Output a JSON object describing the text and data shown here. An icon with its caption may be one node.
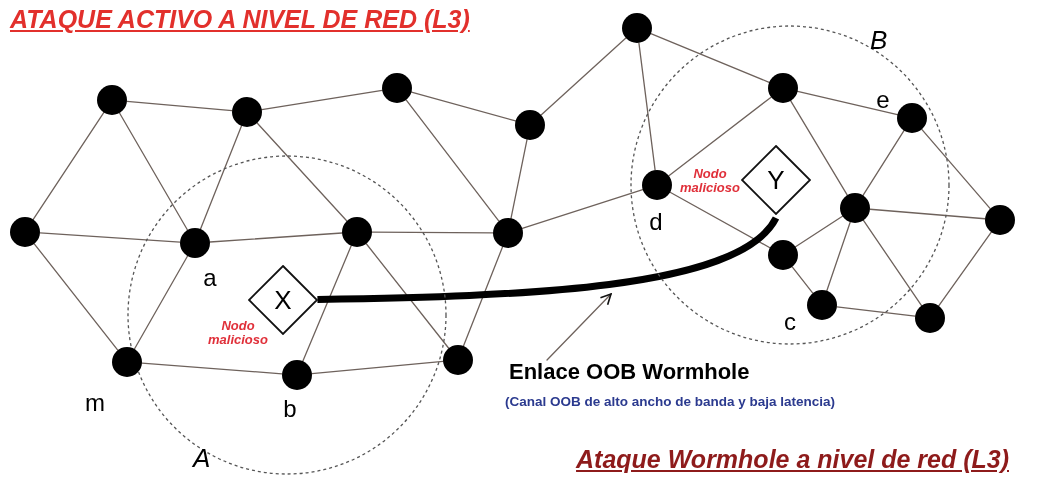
{
  "diagram": {
    "title": "ATAQUE ACTIVO A NIVEL DE RED (L3)",
    "caption": "Ataque Wormhole a nivel de red (L3)",
    "nodes": [
      {
        "text": [],
        "shape": "circle"
      },
      {
        "text": [
          "B"
        ]
      },
      {
        "text": [],
        "shape": "circle"
      },
      {
        "text": [],
        "shape": "circle",
        "in": 1
      },
      {
        "text": [],
        "shape": "circle"
      },
      {
        "text": [],
        "shape": "circle"
      },
      {
        "text": [],
        "shape": "circle",
        "in": 1,
        "beside": [
          "e"
        ]
      },
      {
        "text": [],
        "shape": "circle"
      },
      {
        "text": [],
        "shape": "circle",
        "in": 1,
        "beside": [
          "d"
        ]
      },
      {
        "text": [
          "Y"
        ],
        "in": 1,
        "beside": [
          "Nodo malicioso"
        ]
      },
      {
        "text": [],
        "shape": "circle",
        "in": 1
      },
      {
        "text": [],
        "shape": "circle"
      },
      {
        "text": [],
        "shape": "circle"
      },
      {
        "text": [
          "A"
        ]
      },
      {
        "text": [],
        "shape": "circle",
        "in": 13
      },
      {
        "text": [],
        "shape": "circle",
        "in": 13,
        "beside": [
          "a"
        ]
      },
      {
        "text": [],
        "shape": "circle"
      },
      {
        "text": [],
        "shape": "circle",
        "in": 1
      },
      {
        "text": [
          "X"
        ],
        "in": 13,
        "beside": [
          "Nodo malicioso"
        ]
      },
      {
        "text": [],
        "shape": "circle",
        "in": 1,
        "beside": [
          "c"
        ]
      },
      {
        "text": [],
        "shape": "circle"
      },
      {
        "text": [],
        "shape": "circle"
      },
      {
        "text": [],
        "shape": "circle",
        "beside": [
          "m"
        ]
      },
      {
        "text": [],
        "shape": "circle",
        "in": 13,
        "beside": [
          "b"
        ]
      },
      {
        "text": [
          "Enlace OOB Wormhole",
          "(Canal OOB de alto ancho de banda y baja latencia)"
        ]
      }
    ],
    "edges": [
      {
        "from": 2,
        "to": 5,
        "arrow": "none"
      },
      {
        "from": 2,
        "to": 12,
        "arrow": "none"
      },
      {
        "from": 2,
        "to": 15,
        "arrow": "none"
      },
      {
        "from": 5,
        "to": 4,
        "arrow": "none"
      },
      {
        "from": 5,
        "to": 15,
        "arrow": "none"
      },
      {
        "from": 5,
        "to": 14,
        "arrow": "none"
      },
      {
        "from": 4,
        "to": 7,
        "arrow": "none"
      },
      {
        "from": 4,
        "to": 16,
        "arrow": "none"
      },
      {
        "from": 12,
        "to": 15,
        "arrow": "none"
      },
      {
        "from": 12,
        "to": 22,
        "arrow": "none"
      },
      {
        "from": 15,
        "to": 14,
        "arrow": "none"
      },
      {
        "from": 15,
        "to": 22,
        "arrow": "none"
      },
      {
        "from": 14,
        "to": 16,
        "arrow": "none"
      },
      {
        "from": 14,
        "to": 23,
        "arrow": "none"
      },
      {
        "from": 14,
        "to": 21,
        "arrow": "none"
      },
      {
        "from": 22,
        "to": 23,
        "arrow": "none"
      },
      {
        "from": 23,
        "to": 21,
        "arrow": "none"
      },
      {
        "from": 16,
        "to": 21,
        "arrow": "none"
      },
      {
        "from": 7,
        "to": 0,
        "arrow": "none"
      },
      {
        "from": 7,
        "to": 16,
        "arrow": "none"
      },
      {
        "from": 0,
        "to": 8,
        "arrow": "none"
      },
      {
        "from": 0,
        "to": 3,
        "arrow": "none"
      },
      {
        "from": 16,
        "to": 8,
        "arrow": "none"
      },
      {
        "from": 8,
        "to": 3,
        "arrow": "none"
      },
      {
        "from": 8,
        "to": 17,
        "arrow": "none"
      },
      {
        "from": 3,
        "to": 6,
        "arrow": "none"
      },
      {
        "from": 3,
        "to": 10,
        "arrow": "none"
      },
      {
        "from": 6,
        "to": 10,
        "arrow": "none"
      },
      {
        "from": 6,
        "to": 11,
        "arrow": "none"
      },
      {
        "from": 10,
        "to": 11,
        "arrow": "none"
      },
      {
        "from": 10,
        "to": 17,
        "arrow": "none"
      },
      {
        "from": 10,
        "to": 19,
        "arrow": "none"
      },
      {
        "from": 10,
        "to": 20,
        "arrow": "none"
      },
      {
        "from": 17,
        "to": 19,
        "arrow": "none"
      },
      {
        "from": 19,
        "to": 20,
        "arrow": "none"
      },
      {
        "from": 20,
        "to": 11,
        "arrow": "none"
      },
      {
        "from": 18,
        "to": 9,
        "arrow": "none",
        "style": "thick",
        "color": "#000000"
      },
      {
        "from": 24,
        "to": null,
        "arrow": "to"
      }
    ]
  }
}
